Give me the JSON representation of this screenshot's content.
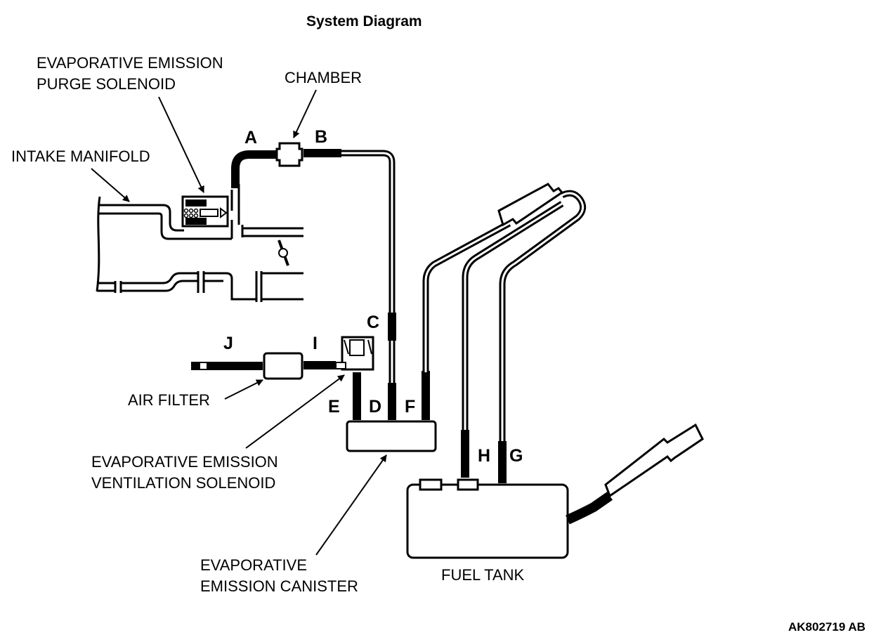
{
  "title": "System Diagram",
  "figure_code": "AK802719 AB",
  "components": {
    "purge_solenoid": [
      "EVAPORATIVE EMISSION",
      "PURGE SOLENOID"
    ],
    "chamber": "CHAMBER",
    "intake_manifold": "INTAKE MANIFOLD",
    "air_filter": "AIR FILTER",
    "ventilation_solenoid": [
      "EVAPORATIVE EMISSION",
      "VENTILATION SOLENOID"
    ],
    "canister": [
      "EVAPORATIVE",
      "EMISSION CANISTER"
    ],
    "fuel_tank": "FUEL TANK"
  },
  "hose_labels": {
    "A": "A",
    "B": "B",
    "C": "C",
    "D": "D",
    "E": "E",
    "F": "F",
    "G": "G",
    "H": "H",
    "I": "I",
    "J": "J"
  }
}
